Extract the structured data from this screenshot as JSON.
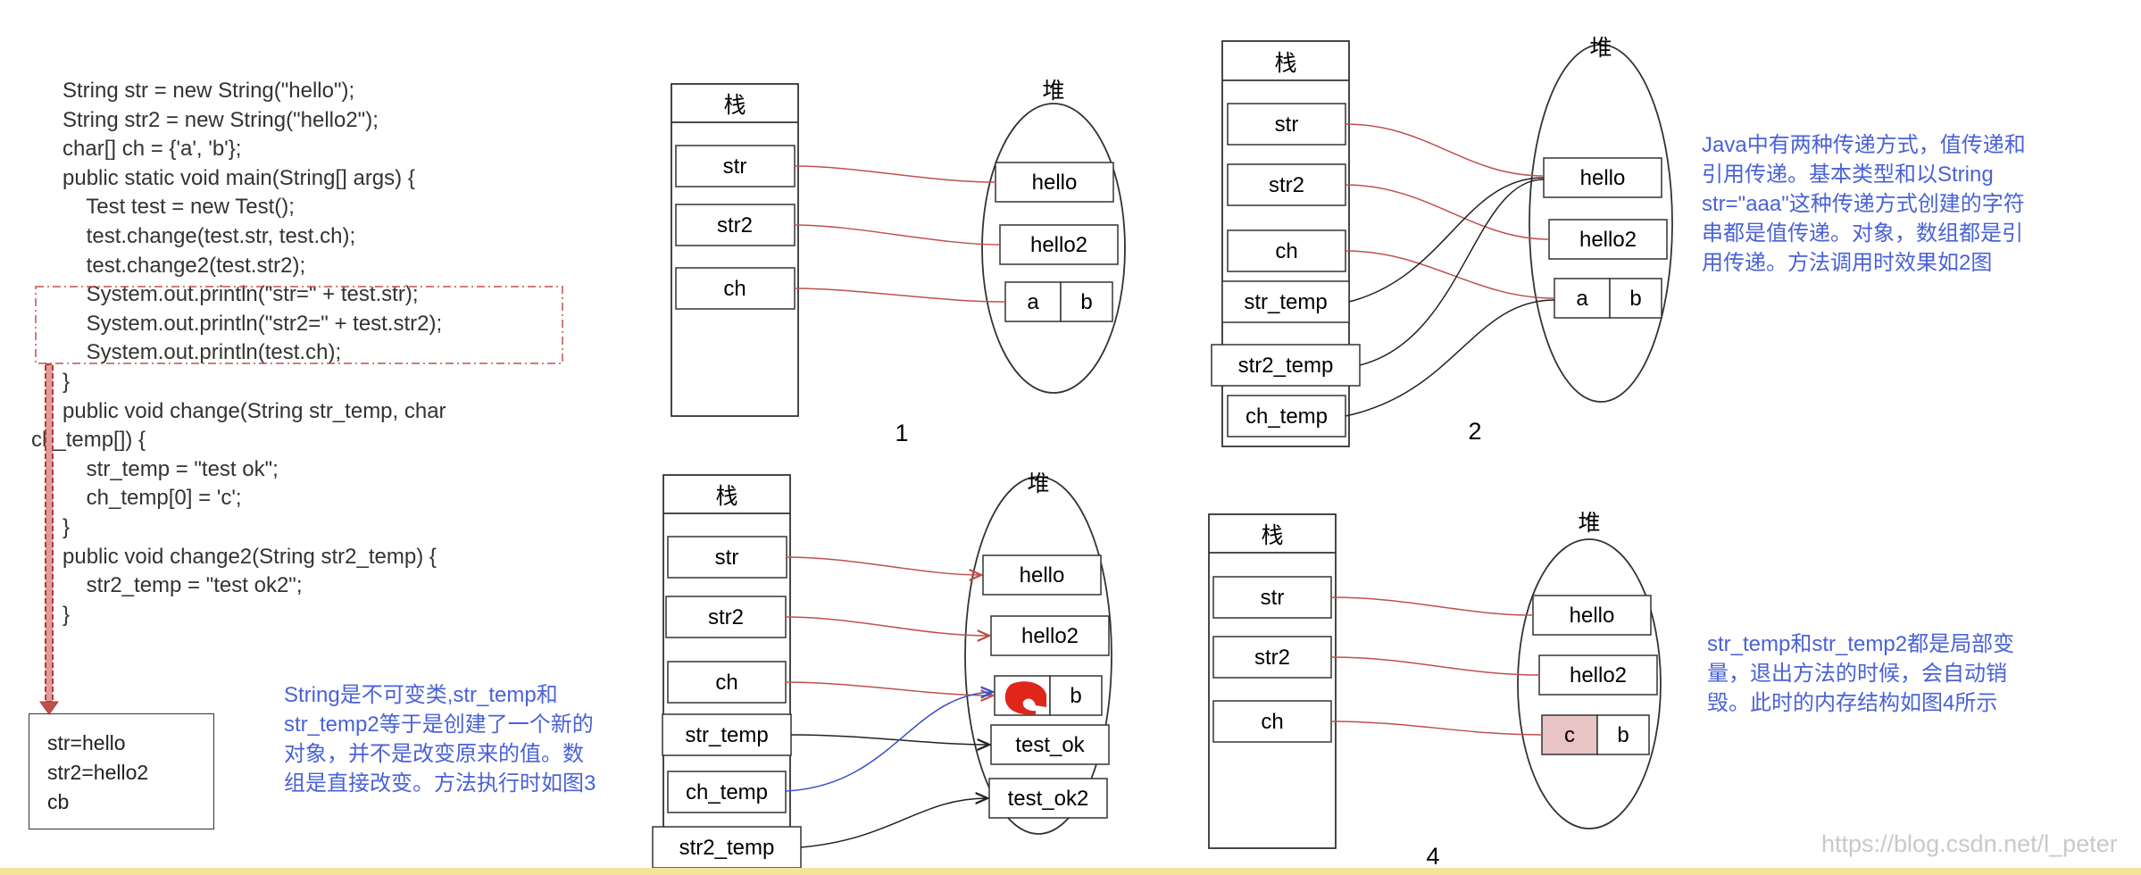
{
  "code_lines": [
    "String str = new String(\"hello\");",
    "String str2 = new String(\"hello2\");",
    "char[] ch = {'a', 'b'};",
    "public static void main(String[] args) {",
    "    Test test = new Test();",
    "    test.change(test.str, test.ch);",
    "    test.change2(test.str2);",
    "    System.out.println(\"str=\" + test.str);",
    "    System.out.println(\"str2=\" + test.str2);",
    "    System.out.println(test.ch);",
    "}",
    "public void change(String str_temp, char",
    "ch_temp[]) {",
    "    str_temp = \"test ok\";",
    "    ch_temp[0] = 'c';",
    "}",
    "public void change2(String str2_temp) {",
    "    str2_temp = \"test ok2\";",
    "}"
  ],
  "output_lines": [
    "str=hello",
    "str2=hello2",
    "cb"
  ],
  "stack_title": "栈",
  "heap_title": "堆",
  "diagrams": {
    "d1": {
      "number": "1",
      "stack": [
        "str",
        "str2",
        "ch"
      ],
      "heap": [
        "hello",
        "hello2",
        "a",
        "b"
      ]
    },
    "d2": {
      "number": "2",
      "stack": [
        "str",
        "str2",
        "ch",
        "str_temp",
        "str2_temp",
        "ch_temp"
      ],
      "heap": [
        "hello",
        "hello2",
        "a",
        "b"
      ]
    },
    "d3": {
      "stack": [
        "str",
        "str2",
        "ch",
        "str_temp",
        "ch_temp",
        "str2_temp"
      ],
      "heap": [
        "hello",
        "hello2",
        "b",
        "test_ok",
        "test_ok2"
      ]
    },
    "d4": {
      "number": "4",
      "stack": [
        "str",
        "str2",
        "ch"
      ],
      "heap": [
        "hello",
        "hello2",
        "c",
        "b"
      ]
    }
  },
  "notes": {
    "right_top": [
      "Java中有两种传递方式，值传递和",
      "引用传递。基本类型和以String",
      "str=\"aaa\"这种传递方式创建的字符",
      "串都是值传递。对象，数组都是引",
      "用传递。方法调用时效果如2图"
    ],
    "bottom_middle": [
      "String是不可变类,str_temp和",
      "str_temp2等于是创建了一个新的",
      "对象，并不是改变原来的值。数",
      "组是直接改变。方法执行时如图3"
    ],
    "right_bottom": [
      "str_temp和str_temp2都是局部变",
      "量，退出方法的时候，会自动销",
      "毁。此时的内存结构如图4所示"
    ]
  },
  "watermark": "https://blog.csdn.net/l_peter",
  "colors": {
    "ref_arrow": "#c0504d",
    "blue_arrow": "#3a4fc4",
    "note_text": "#4a62d6",
    "highlight_box": "#c0504d",
    "changed_cell": "#e8c4c4",
    "blob": "#e0251b"
  }
}
